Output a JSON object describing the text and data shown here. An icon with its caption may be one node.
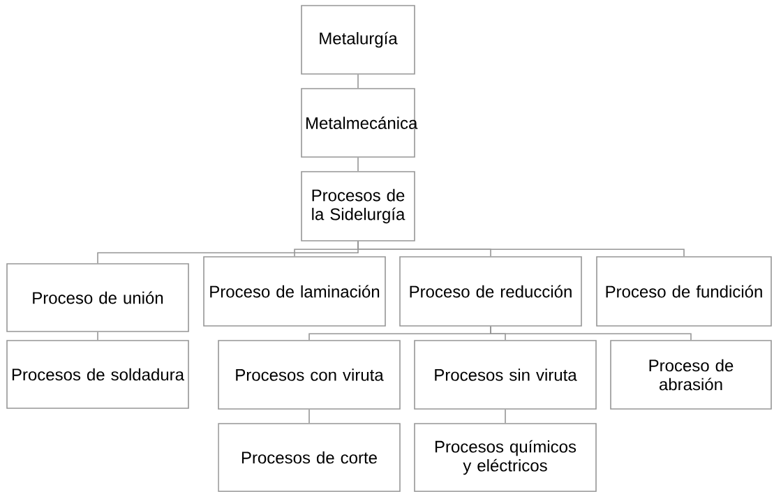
{
  "diagram": {
    "nodes": [
      {
        "text": [
          "Metalurgía"
        ]
      },
      {
        "text": [
          "Metalmecánica"
        ]
      },
      {
        "text": [
          "Procesos de la Sidelurgía"
        ]
      },
      {
        "text": [
          "Proceso de unión"
        ]
      },
      {
        "text": [
          "Proceso de laminación"
        ]
      },
      {
        "text": [
          "Proceso de reducción"
        ]
      },
      {
        "text": [
          "Proceso de fundición"
        ]
      },
      {
        "text": [
          "Procesos de soldadura"
        ]
      },
      {
        "text": [
          "Procesos con viruta"
        ]
      },
      {
        "text": [
          "Procesos sin viruta"
        ]
      },
      {
        "text": [
          "Proceso de abrasión"
        ]
      },
      {
        "text": [
          "Procesos de corte"
        ]
      },
      {
        "text": [
          "Procesos químicos y eléctricos"
        ]
      }
    ],
    "edges": [
      {
        "from": 0,
        "to": 1,
        "arrow": "none"
      },
      {
        "from": 1,
        "to": 2,
        "arrow": "none"
      },
      {
        "from": 2,
        "to": 3,
        "arrow": "none"
      },
      {
        "from": 2,
        "to": 4,
        "arrow": "none"
      },
      {
        "from": 2,
        "to": 5,
        "arrow": "none"
      },
      {
        "from": 2,
        "to": 6,
        "arrow": "none"
      },
      {
        "from": 3,
        "to": 7,
        "arrow": "none"
      },
      {
        "from": 5,
        "to": 8,
        "arrow": "none"
      },
      {
        "from": 5,
        "to": 9,
        "arrow": "none"
      },
      {
        "from": 5,
        "to": 10,
        "arrow": "none"
      },
      {
        "from": 8,
        "to": 11,
        "arrow": "none"
      },
      {
        "from": 9,
        "to": 12,
        "arrow": "none"
      }
    ]
  }
}
